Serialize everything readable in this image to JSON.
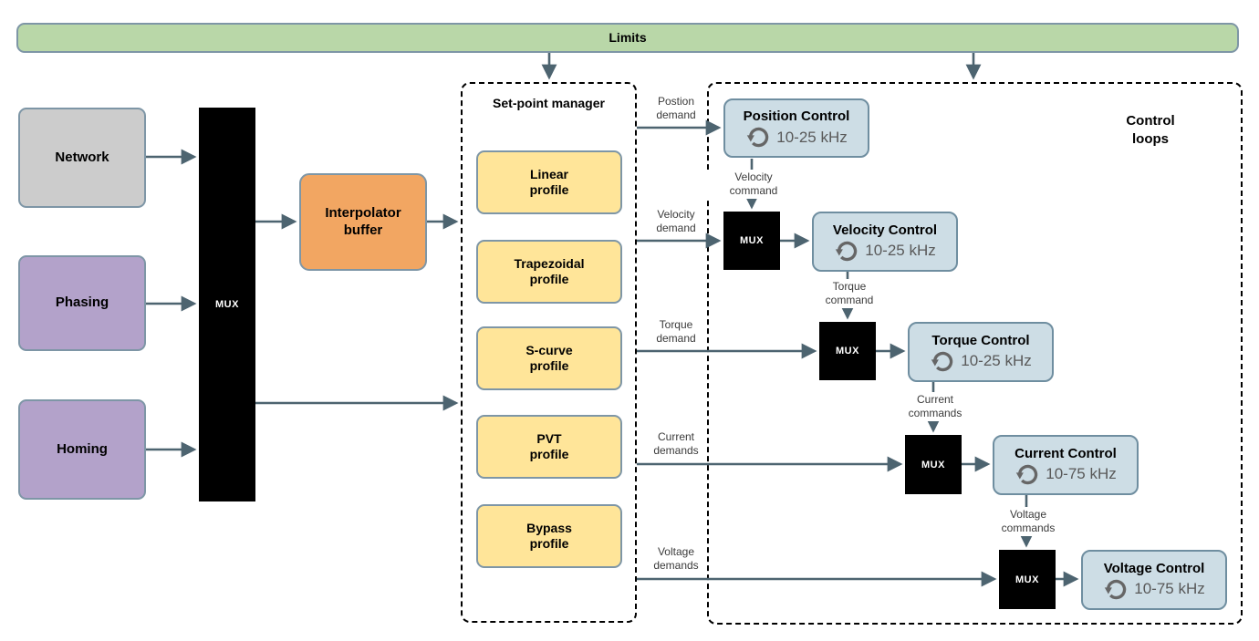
{
  "limits": {
    "label": "Limits"
  },
  "sources": [
    {
      "label": "Network"
    },
    {
      "label": "Phasing"
    },
    {
      "label": "Homing"
    }
  ],
  "mux": {
    "label": "MUX"
  },
  "interpolator": {
    "label": "Interpolator\nbuffer"
  },
  "setpoint_manager": {
    "title": "Set-point manager",
    "profiles": [
      {
        "label": "Linear\nprofile"
      },
      {
        "label": "Trapezoidal\nprofile"
      },
      {
        "label": "S-curve\nprofile"
      },
      {
        "label": "PVT\nprofile"
      },
      {
        "label": "Bypass\nprofile"
      }
    ]
  },
  "control_loops": {
    "title": "Control\nloops",
    "mux_label": "MUX",
    "loops": [
      {
        "name": "Position Control",
        "rate": "10-25 kHz"
      },
      {
        "name": "Velocity Control",
        "rate": "10-25 kHz"
      },
      {
        "name": "Torque Control",
        "rate": "10-25 kHz"
      },
      {
        "name": "Current Control",
        "rate": "10-75 kHz"
      },
      {
        "name": "Voltage Control",
        "rate": "10-75 kHz"
      }
    ]
  },
  "signals": {
    "demands": [
      {
        "label": "Postion\ndemand"
      },
      {
        "label": "Velocity\ndemand"
      },
      {
        "label": "Torque\ndemand"
      },
      {
        "label": "Current\ndemands"
      },
      {
        "label": "Voltage\ndemands"
      }
    ],
    "commands": [
      {
        "label": "Velocity\ncommand"
      },
      {
        "label": "Torque\ncommand"
      },
      {
        "label": "Current\ncommands"
      },
      {
        "label": "Voltage\ncommands"
      }
    ]
  },
  "colors": {
    "limits_fill": "#b9d7a8",
    "network_fill": "#cccccc",
    "phasing_homing_fill": "#b3a2ca",
    "interpolator_fill": "#f2a662",
    "profile_fill": "#ffe599",
    "control_fill": "#cddde5",
    "box_border": "#7e96a6",
    "mux_fill": "#000000",
    "arrow": "#4d6470",
    "rate_text": "#595959"
  }
}
